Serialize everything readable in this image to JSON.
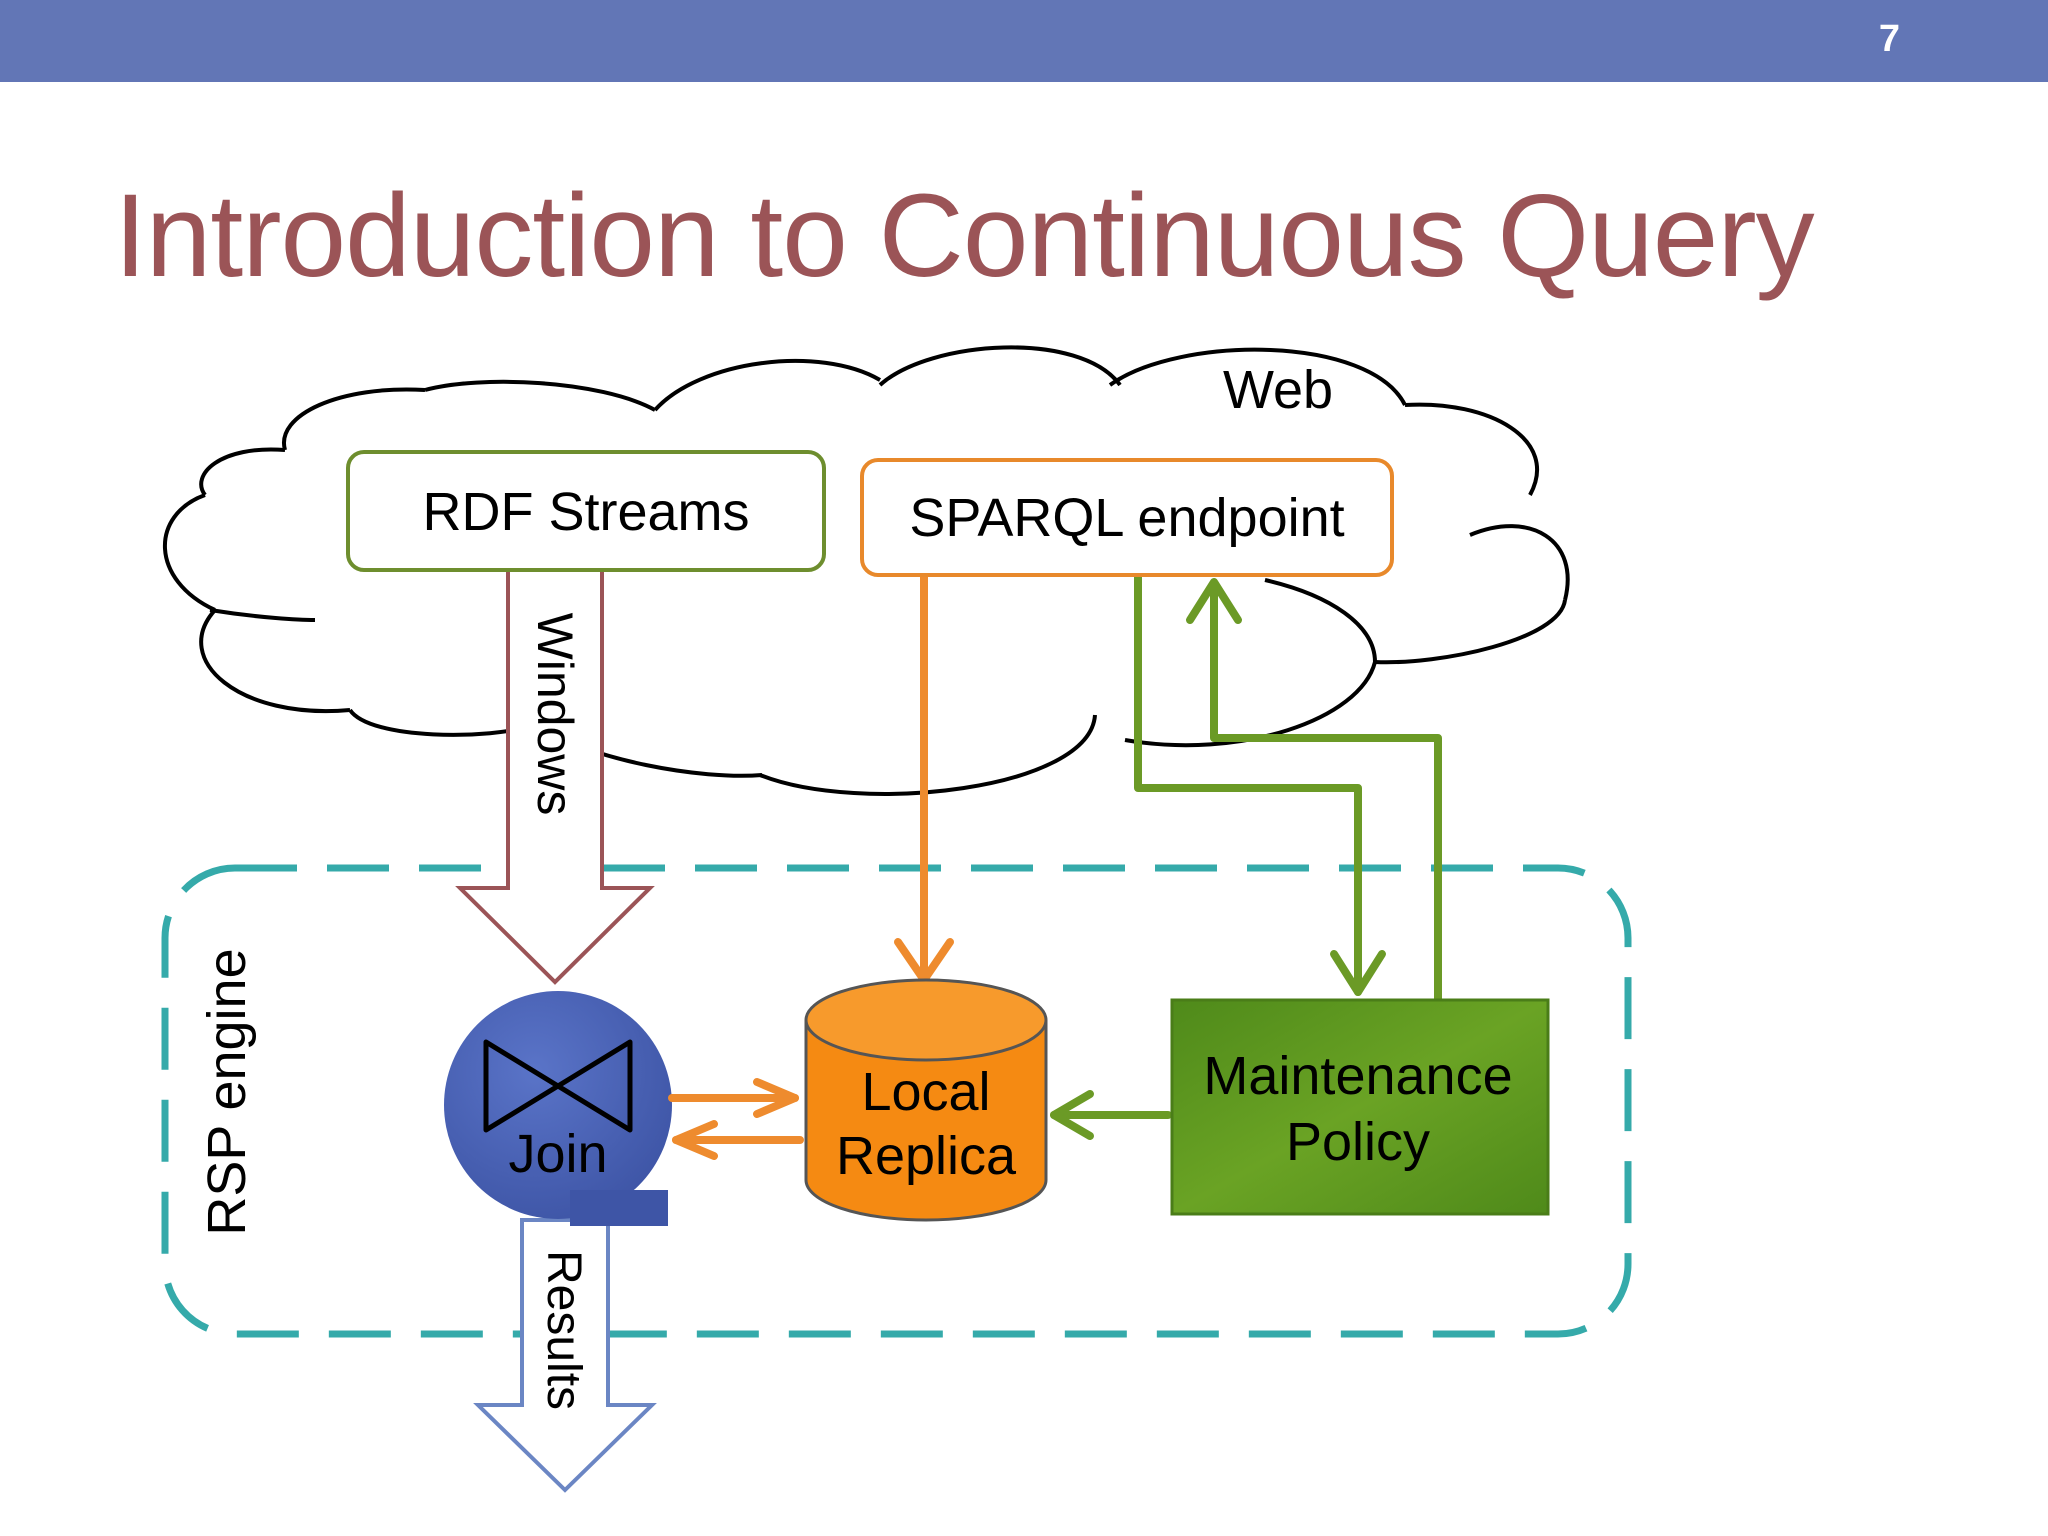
{
  "slide": {
    "number": "7",
    "title": "Introduction to Continuous Query"
  },
  "diagram": {
    "web_label": "Web",
    "rsp_engine_label": "RSP engine",
    "rdf_streams": "RDF Streams",
    "sparql_endpoint": "SPARQL endpoint",
    "windows_label": "Windows",
    "join_label": "Join",
    "local_replica_line1": "Local",
    "local_replica_line2": "Replica",
    "maintenance_line1": "Maintenance",
    "maintenance_line2": "Policy",
    "results_label": "Results"
  },
  "colors": {
    "header_bar": "#6276b6",
    "title": "#9b5457",
    "rdf_box_border": "#6e8e2e",
    "sparql_box_border": "#e8892b",
    "orange_arrow": "#ee8b2e",
    "green_arrow": "#6b9a26",
    "dashed_border": "#35aaaa",
    "join_circle": "#4a63b8",
    "local_replica": "#f58a12",
    "maintenance_box": "#5e9a1e",
    "windows_arrow_outline": "#9b5457",
    "results_arrow_outline": "#6b86c4"
  }
}
